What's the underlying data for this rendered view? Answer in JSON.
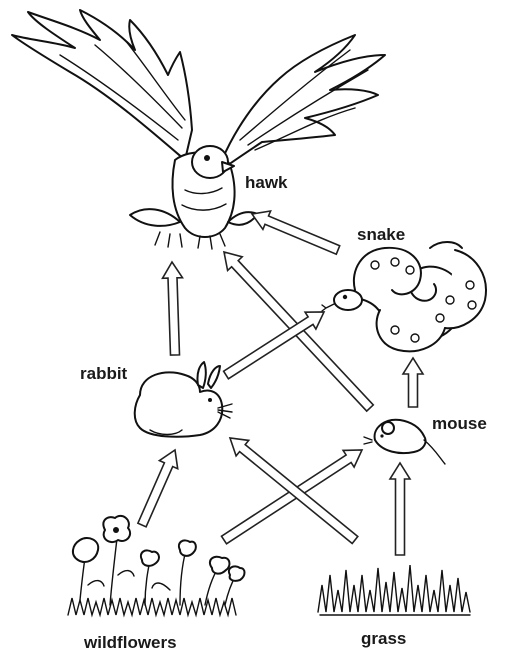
{
  "labels": {
    "hawk": "hawk",
    "snake": "snake",
    "rabbit": "rabbit",
    "mouse": "mouse",
    "wildflowers": "wildflowers",
    "grass": "grass"
  },
  "arrows": [
    {
      "from": "rabbit",
      "to": "hawk"
    },
    {
      "from": "mouse",
      "to": "hawk"
    },
    {
      "from": "snake",
      "to": "hawk"
    },
    {
      "from": "rabbit",
      "to": "snake"
    },
    {
      "from": "mouse",
      "to": "snake"
    },
    {
      "from": "wildflowers",
      "to": "rabbit"
    },
    {
      "from": "wildflowers",
      "to": "mouse"
    },
    {
      "from": "grass",
      "to": "rabbit"
    },
    {
      "from": "grass",
      "to": "mouse"
    }
  ]
}
